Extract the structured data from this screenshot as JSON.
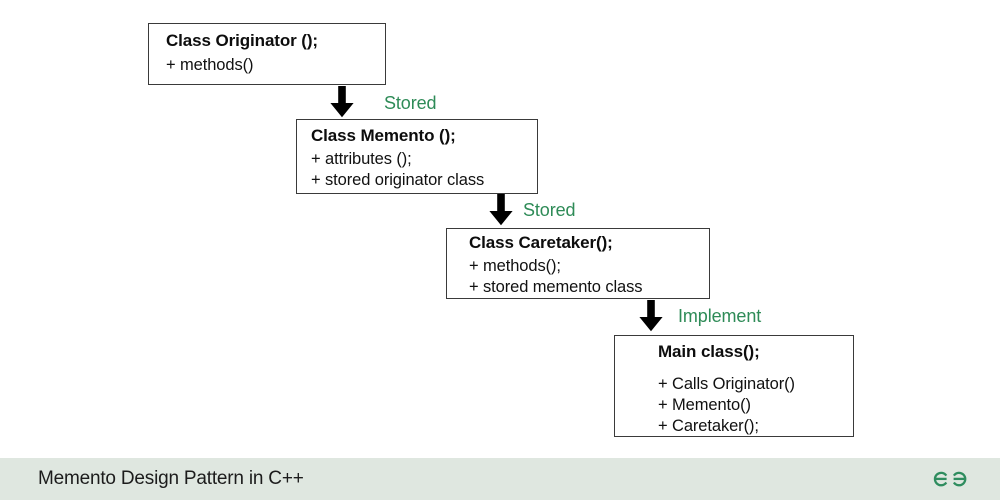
{
  "diagram": {
    "type": "flowchart",
    "title": "Memento Design Pattern in C++",
    "accent_green": "#2e8b57",
    "footer_background": "#dfe7e0",
    "box_border": "#3a3a3a",
    "nodes": [
      {
        "id": "originator",
        "title": "Class Originator ();",
        "lines": [
          "+ methods()"
        ]
      },
      {
        "id": "memento",
        "title": "Class Memento ();",
        "lines": [
          "+ attributes ();",
          "+ stored originator class"
        ]
      },
      {
        "id": "caretaker",
        "title": "Class Caretaker();",
        "lines": [
          "+ methods();",
          "+ stored memento class"
        ]
      },
      {
        "id": "main",
        "title": "Main class();",
        "lines": [
          "+ Calls Originator()",
          "+ Memento()",
          "+ Caretaker();"
        ]
      }
    ],
    "edges": [
      {
        "id": "edge-1",
        "from": "originator",
        "to": "memento",
        "label": "Stored",
        "icon": "down-arrow-icon"
      },
      {
        "id": "edge-2",
        "from": "memento",
        "to": "caretaker",
        "label": "Stored",
        "icon": "down-arrow-icon"
      },
      {
        "id": "edge-3",
        "from": "caretaker",
        "to": "main",
        "label": "Implement",
        "icon": "down-arrow-icon"
      }
    ]
  },
  "footer": {
    "title": "Memento Design Pattern in C++",
    "logo_name": "geeksforgeeks-logo",
    "logo_color": "#2f8d5f"
  }
}
